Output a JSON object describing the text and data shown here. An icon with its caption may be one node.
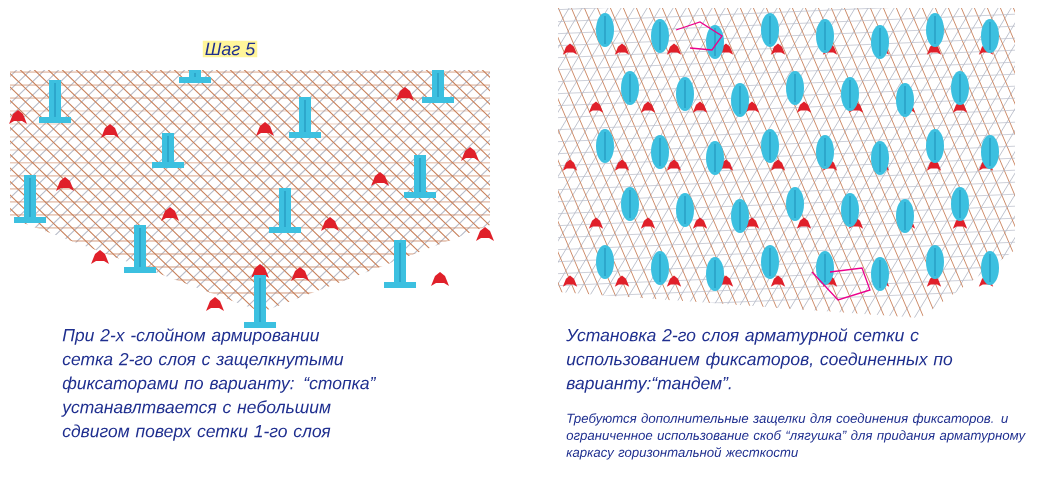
{
  "diagram": {
    "title": "Шаг 5",
    "labels": [
      "При 2-х -слойном армировании сетка 2-го слоя с защелкнутыми фиксаторами по варианту: “стопка” устанавлтвается  с небольшим сдвигом поверх сетки 1-го слоя",
      "Установка 2-го слоя арматурной сетки с использованием фиксаторов, соединенных по варианту:“тандем”.",
      "Требуются дополнительные защелки для соединения фиксаторов. и ограниченное использование скоб “лягушка” для придания арматурному каркасу горизонтальной жесткости"
    ]
  }
}
